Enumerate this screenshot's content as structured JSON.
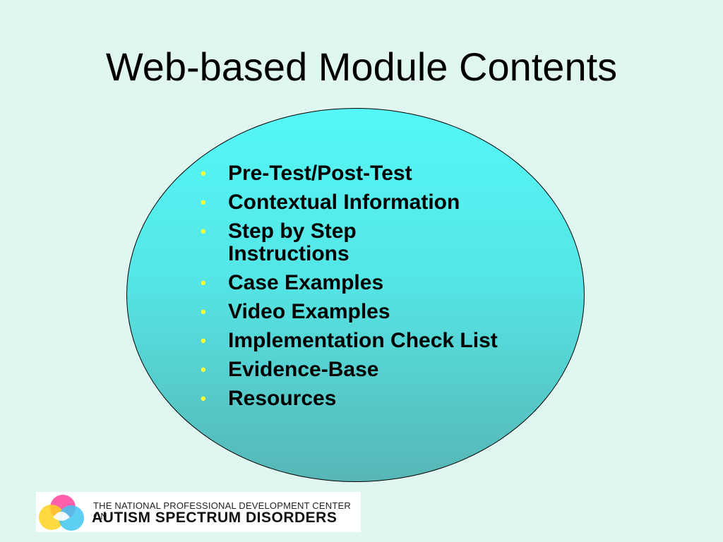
{
  "slide": {
    "title": "Web-based Module Contents",
    "items": [
      "Pre-Test/Post-Test",
      "Contextual Information",
      "Step by Step Instructions",
      "Case Examples",
      "Video Examples",
      "Implementation Check List",
      "Evidence-Base",
      "Resources"
    ],
    "bullet_glyph": "•",
    "colors": {
      "background": "#dff7f0",
      "ellipse_top": "#55f7f7",
      "ellipse_bottom": "#57b6b6",
      "bullet": "#ffff33"
    }
  },
  "logo": {
    "line1": "THE NATIONAL PROFESSIONAL DEVELOPMENT CENTER ON",
    "line2": "AUTISM SPECTRUM DISORDERS",
    "icon": "overlapping-circles-logo-icon"
  }
}
